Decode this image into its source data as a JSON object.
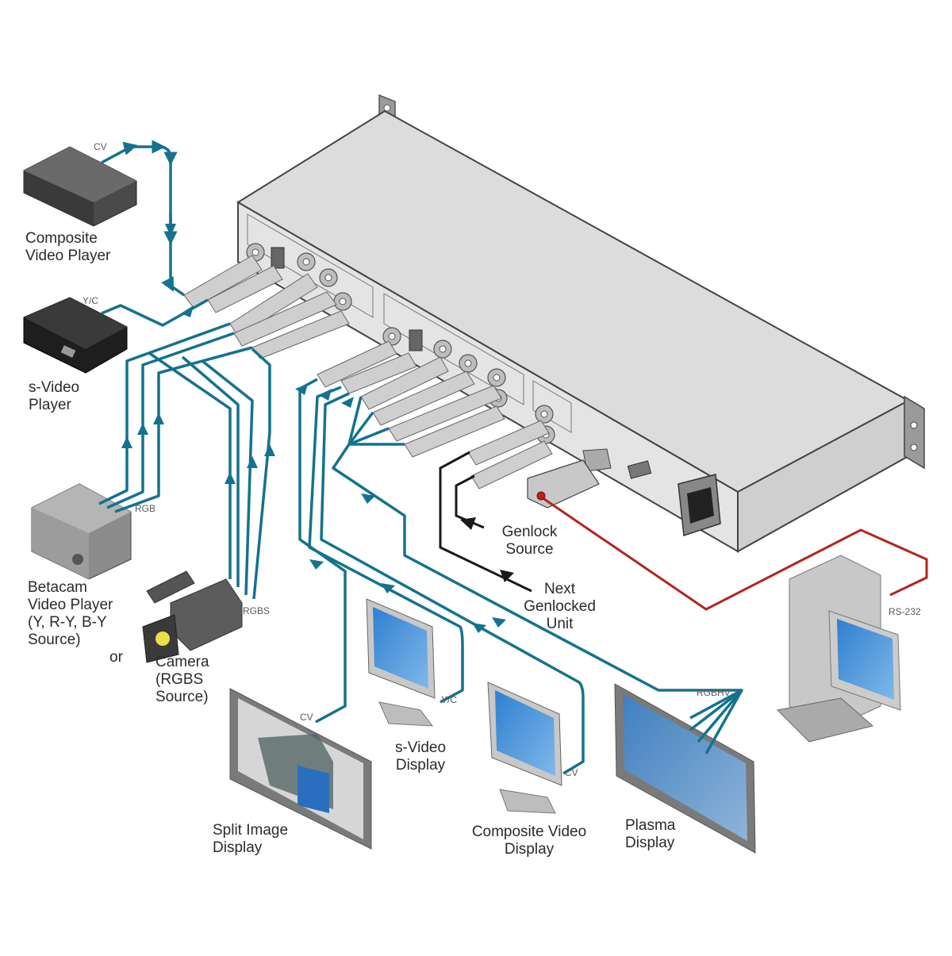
{
  "diagram": {
    "type": "connection-diagram",
    "colors": {
      "video_cable": "#14728f",
      "genlock_cable": "#1a1a1a",
      "rs232_cable": "#b3241f",
      "chassis": "#d9d9d9",
      "screen": "#3f8fd8"
    },
    "central_device": {
      "name": "rack-mount-scaler-unit"
    },
    "sources": [
      {
        "id": "composite-player",
        "label": "Composite\nVideo Player",
        "signal": "CV"
      },
      {
        "id": "svideo-player",
        "label": "s-Video\nPlayer",
        "signal": "Y/C"
      },
      {
        "id": "betacam-player",
        "label": "Betacam\nVideo Player\n(Y, R-Y, B-Y\nSource)",
        "signal": "RGB"
      },
      {
        "id": "camera",
        "label": "Camera\n(RGBS\nSource)",
        "signal": "RGBS"
      }
    ],
    "or_label": "or",
    "displays": [
      {
        "id": "split-image-display",
        "label": "Split Image\nDisplay",
        "signal": "CV"
      },
      {
        "id": "svideo-display",
        "label": "s-Video\nDisplay",
        "signal": "Y/C"
      },
      {
        "id": "composite-display",
        "label": "Composite Video\nDisplay",
        "signal": "CV"
      },
      {
        "id": "plasma-display",
        "label": "Plasma\nDisplay",
        "signal": "RGBHV"
      }
    ],
    "genlock": {
      "source_label": "Genlock\nSource",
      "next_label": "Next\nGenlocked\nUnit"
    },
    "control": {
      "id": "pc",
      "signal": "RS-232"
    }
  }
}
